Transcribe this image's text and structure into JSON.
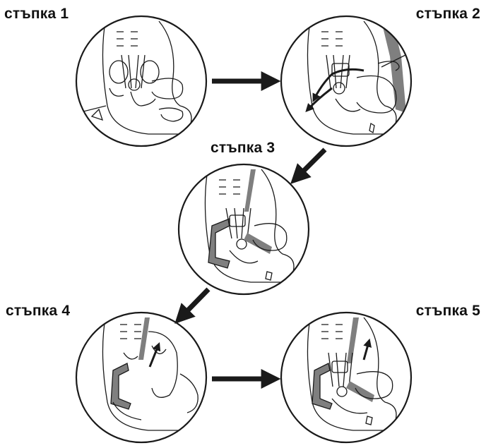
{
  "steps": [
    {
      "label": "стъпка 1"
    },
    {
      "label": "стъпка 2"
    },
    {
      "label": "стъпка 3"
    },
    {
      "label": "стъпка 4"
    },
    {
      "label": "стъпка 5"
    }
  ],
  "colors": {
    "outline": "#1a1a1a",
    "strap": "#7f7f7f",
    "arrow": "#1a1a1a"
  }
}
